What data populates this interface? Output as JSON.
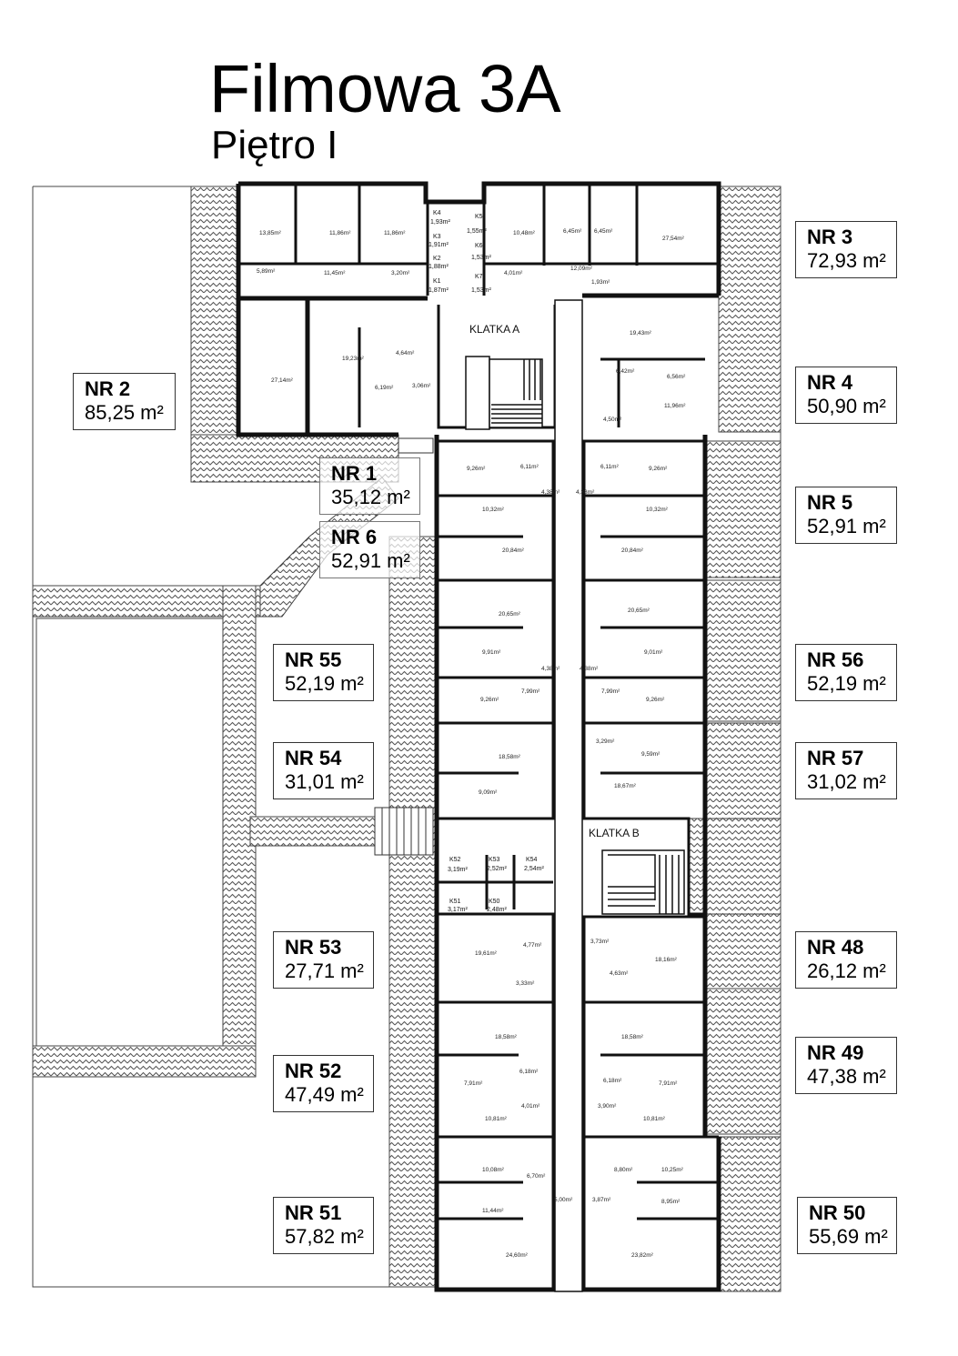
{
  "header": {
    "title": "Filmowa 3A",
    "subtitle": "Piętro I"
  },
  "stairs": {
    "a": "KLATKA A",
    "b": "KLATKA B"
  },
  "storage_a": [
    {
      "name": "K4",
      "area": "1,93m²"
    },
    {
      "name": "K5",
      "area": "1,55m²"
    },
    {
      "name": "K3",
      "area": "1,91m²"
    },
    {
      "name": "K6",
      "area": "1,53m²"
    },
    {
      "name": "K2",
      "area": "1,88m²"
    },
    {
      "name": "K7",
      "area": "1,53m²"
    },
    {
      "name": "K1",
      "area": "1,87m²"
    }
  ],
  "storage_b": [
    {
      "name": "K52",
      "area": "3,19m²"
    },
    {
      "name": "K53",
      "area": "2,52m²"
    },
    {
      "name": "K54",
      "area": "2,54m²"
    },
    {
      "name": "K51",
      "area": "3,17m²"
    },
    {
      "name": "K50",
      "area": "2,48m²"
    }
  ],
  "apartments": {
    "nr1": {
      "label": "NR 1",
      "area": "35,12 m²"
    },
    "nr2": {
      "label": "NR 2",
      "area": "85,25 m²"
    },
    "nr3": {
      "label": "NR 3",
      "area": "72,93 m²"
    },
    "nr4": {
      "label": "NR 4",
      "area": "50,90 m²"
    },
    "nr5": {
      "label": "NR 5",
      "area": "52,91 m²"
    },
    "nr6": {
      "label": "NR 6",
      "area": "52,91 m²"
    },
    "nr55": {
      "label": "NR 55",
      "area": "52,19 m²"
    },
    "nr56": {
      "label": "NR 56",
      "area": "52,19 m²"
    },
    "nr54": {
      "label": "NR 54",
      "area": "31,01 m²"
    },
    "nr57": {
      "label": "NR 57",
      "area": "31,02 m²"
    },
    "nr53": {
      "label": "NR 53",
      "area": "27,71 m²"
    },
    "nr48": {
      "label": "NR 48",
      "area": "26,12 m²"
    },
    "nr52": {
      "label": "NR 52",
      "area": "47,49 m²"
    },
    "nr49": {
      "label": "NR 49",
      "area": "47,38 m²"
    },
    "nr51": {
      "label": "NR 51",
      "area": "57,82 m²"
    },
    "nr50": {
      "label": "NR 50",
      "area": "55,69 m²"
    }
  },
  "rooms": [
    "13,85m²",
    "11,86m²",
    "11,86m²",
    "5,89m²",
    "11,45m²",
    "3,20m²",
    "27,14m²",
    "19,23m²",
    "4,64m²",
    "6,19m²",
    "3,06m²",
    "10,48m²",
    "6,45m²",
    "6,45m²",
    "27,54m²",
    "4,01m²",
    "12,09m²",
    "1,93m²",
    "19,43m²",
    "6,42m²",
    "6,56m²",
    "11,96m²",
    "4,50m²",
    "9,26m²",
    "6,11m²",
    "6,11m²",
    "9,26m²",
    "10,32m²",
    "4,38m²",
    "4,38m²",
    "10,32m²",
    "20,84m²",
    "20,84m²",
    "20,65m²",
    "20,65m²",
    "9,91m²",
    "4,38m²",
    "4,38m²",
    "9,01m²",
    "9,26m²",
    "7,99m²",
    "7,99m²",
    "9,26m²",
    "18,58m²",
    "3,29m²",
    "9,59m²",
    "9,09m²",
    "18,67m²",
    "19,61m²",
    "4,77m²",
    "3,33m²",
    "3,73m²",
    "18,16m²",
    "4,63m²",
    "18,58m²",
    "18,58m²",
    "6,18m²",
    "6,18m²",
    "7,91m²",
    "7,91m²",
    "4,01m²",
    "3,90m²",
    "10,81m²",
    "10,81m²",
    "10,08m²",
    "8,80m²",
    "10,25m²",
    "6,70m²",
    "5,00m²",
    "3,87m²",
    "8,95m²",
    "11,44m²",
    "24,60m²",
    "23,82m²"
  ],
  "colors": {
    "wall": "#111111",
    "hatch": "#555555",
    "outline": "#444444"
  }
}
